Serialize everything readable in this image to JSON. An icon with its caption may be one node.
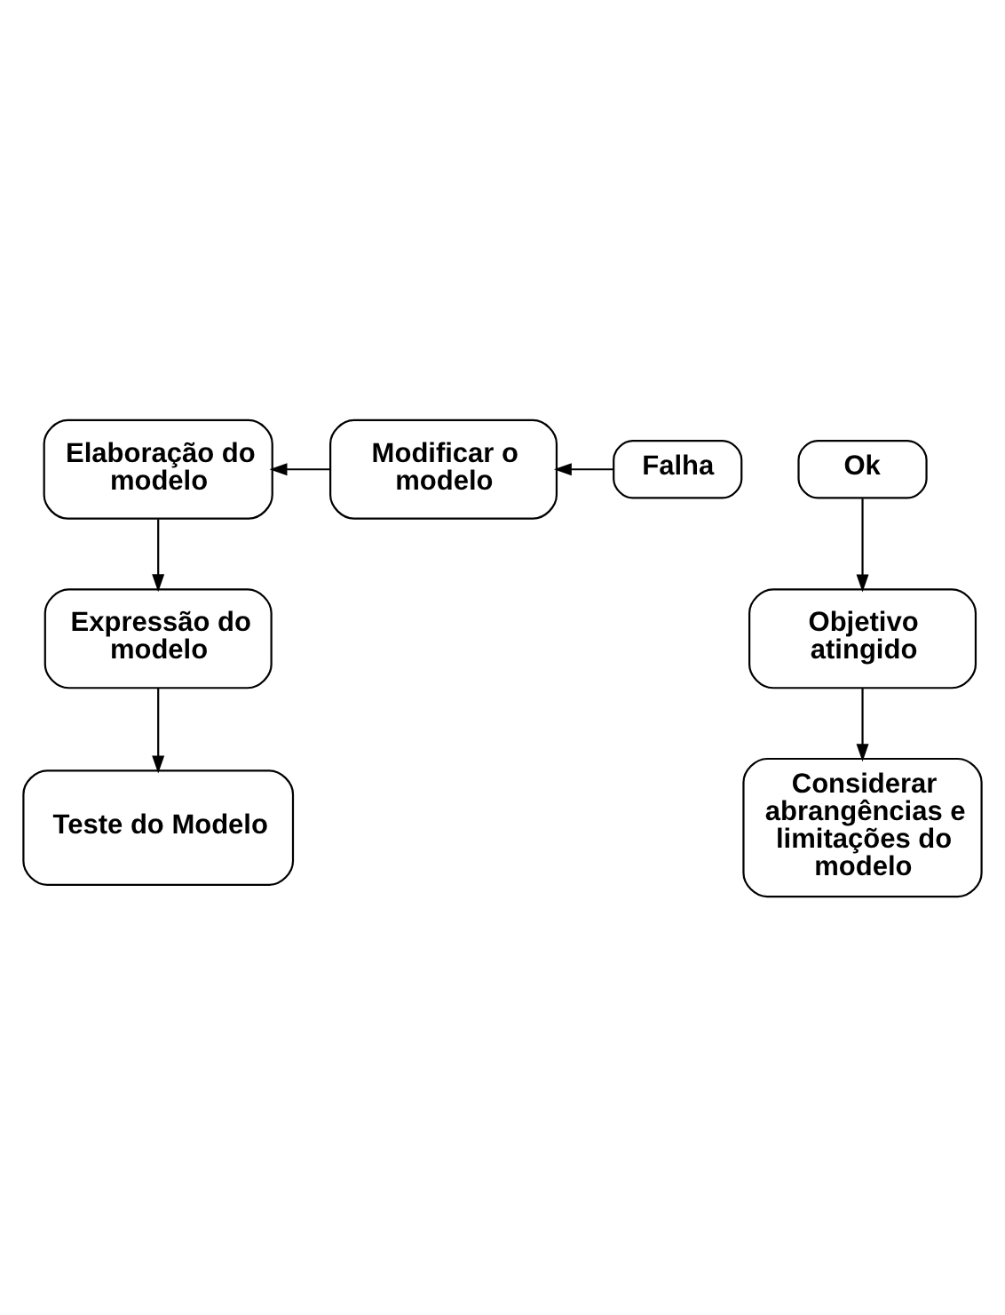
{
  "diagram": {
    "nodes": [
      {
        "text": [
          "Elaboração do modelo"
        ]
      },
      {
        "text": [
          "Expressão do modelo"
        ]
      },
      {
        "text": [
          "Teste do Modelo"
        ]
      },
      {
        "text": [
          "Falha"
        ]
      },
      {
        "text": [
          "Ok"
        ]
      },
      {
        "text": [
          "Modificar o modelo"
        ]
      },
      {
        "text": [
          "Objetivo atingido"
        ]
      },
      {
        "text": [
          "Considerar abrangências e limitações do modelo"
        ]
      }
    ],
    "edges": [
      {
        "from": 0,
        "to": 1,
        "arrow": "to"
      },
      {
        "from": 1,
        "to": 2,
        "arrow": "to"
      },
      {
        "from": 3,
        "to": 5,
        "arrow": "to"
      },
      {
        "from": 5,
        "to": 0,
        "arrow": "to"
      },
      {
        "from": 4,
        "to": 6,
        "arrow": "to"
      },
      {
        "from": 6,
        "to": 7,
        "arrow": "to"
      }
    ]
  }
}
